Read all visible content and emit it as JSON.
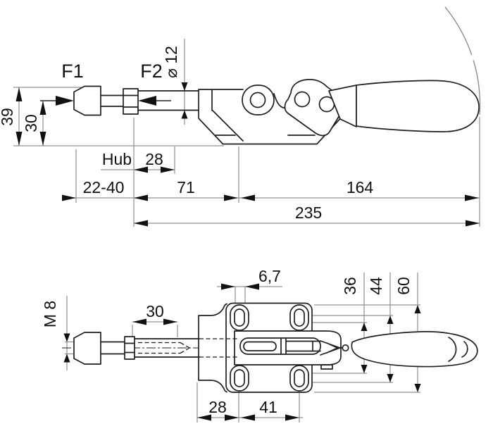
{
  "colors": {
    "background": "#ffffff",
    "part_line": "#1f1f1f",
    "dimension_line": "#909090",
    "text": "#111111"
  },
  "side_view": {
    "force_1": "F1",
    "force_2": "F2",
    "spindle_diameter": "⌀ 12",
    "total_height": "39",
    "axis_height": "30",
    "stroke_label": "Hub",
    "stroke_length": "28",
    "clamping_range": "22-40",
    "dim_71": "71",
    "dim_164": "164",
    "dim_235": "235"
  },
  "plan_view": {
    "thread": "M 8",
    "thread_length": "30",
    "slot_width": "6,7",
    "dim_36": "36",
    "dim_44": "44",
    "dim_60": "60",
    "hole_offset": "28",
    "hole_spacing": "41"
  }
}
